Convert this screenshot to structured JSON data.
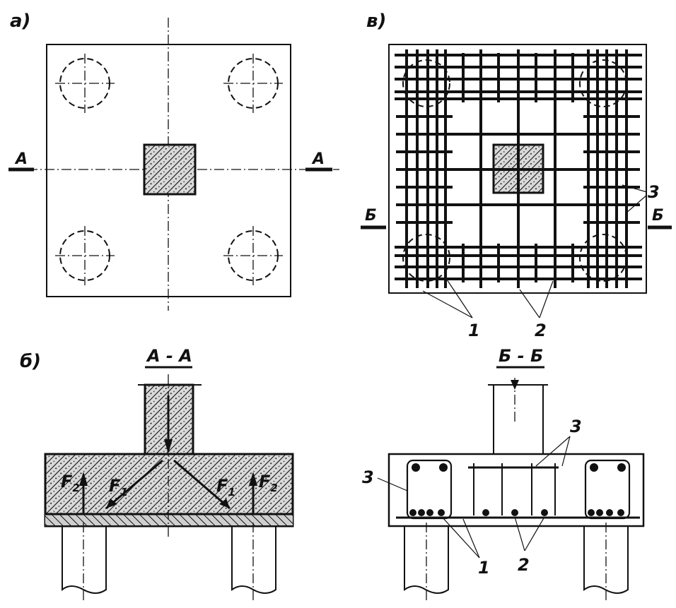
{
  "labels": {
    "panel_a": "а)",
    "panel_b": "б)",
    "panel_v": "в)",
    "section_mark_a": "А",
    "section_mark_b": "Б",
    "section_aa": "А - А",
    "section_bb": "Б - Б",
    "force_f1": "F",
    "force_f1_sub": "1",
    "force_f2": "F",
    "force_f2_sub": "2",
    "callout_1": "1",
    "callout_2": "2",
    "callout_3": "3"
  }
}
